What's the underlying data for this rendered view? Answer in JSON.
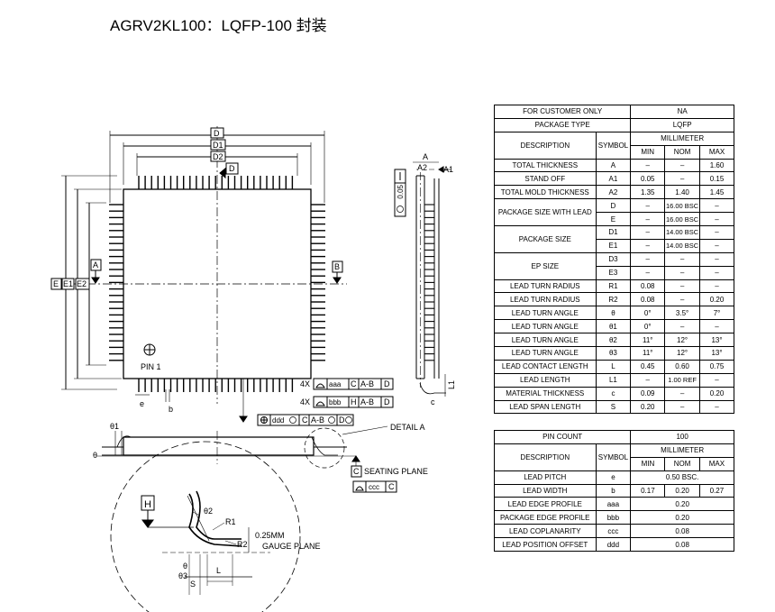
{
  "title": "AGRV2KL100：LQFP-100 封装",
  "drawing": {
    "labels": {
      "D": "D",
      "D1": "D1",
      "D2": "D2",
      "D_datum": "D",
      "E": "E",
      "E1": "E1",
      "E2": "E2",
      "A_datum": "A",
      "B_datum": "B",
      "pin1": "PIN 1",
      "e": "e",
      "b": "b",
      "A": "A",
      "A2": "A2",
      "A1": "A1",
      "side_callout": "0.05",
      "L1": "L1",
      "c": "c",
      "gcf1_mult": "4X",
      "gcf1_tol": "aaa",
      "gcf1_d1": "C",
      "gcf1_d2": "A-B",
      "gcf1_d3": "D",
      "gcf2_mult": "4X",
      "gcf2_tol": "bbb",
      "gcf2_d1": "H",
      "gcf2_d2": "A-B",
      "gcf2_d3": "D",
      "gcf3_tol": "ddd",
      "gcf3_d1": "C",
      "gcf3_d2": "A-B",
      "gcf3_d3": "D",
      "theta1": "θ1",
      "theta_l": "θ",
      "detail_a": "DETAIL A",
      "seating_datum": "C",
      "seating_plane": "SEATING PLANE",
      "gcf4_tol": "ccc",
      "gcf4_d1": "C",
      "H_datum": "H",
      "theta2": "θ2",
      "R1": "R1",
      "R2": "R2",
      "gauge_dim": "0.25MM",
      "gauge_plane": "GAUGE PLANE",
      "theta_d": "θ",
      "theta3": "θ3",
      "L": "L",
      "S": "S"
    }
  },
  "table1": {
    "customer_label": "FOR CUSTOMER ONLY",
    "customer_value": "NA",
    "pkg_type_label": "PACKAGE TYPE",
    "pkg_type_value": "LQFP",
    "desc_header": "DESCRIPTION",
    "sym_header": "SYMBOL",
    "unit_header": "MILLIMETER",
    "min": "MIN",
    "nom": "NOM",
    "max": "MAX",
    "rows": [
      {
        "desc": "TOTAL THICKNESS",
        "sym": "A",
        "min": "–",
        "nom": "–",
        "max": "1.60"
      },
      {
        "desc": "STAND OFF",
        "sym": "A1",
        "min": "0.05",
        "nom": "–",
        "max": "0.15"
      },
      {
        "desc": "TOTAL MOLD THICKNESS",
        "sym": "A2",
        "min": "1.35",
        "nom": "1.40",
        "max": "1.45"
      },
      {
        "desc": "PACKAGE SIZE WITH LEAD",
        "sym": "D",
        "min": "–",
        "nom": "16.00 BSC",
        "max": "–"
      },
      {
        "desc": "",
        "sym": "E",
        "min": "–",
        "nom": "16.00 BSC",
        "max": "–"
      },
      {
        "desc": "PACKAGE SIZE",
        "sym": "D1",
        "min": "–",
        "nom": "14.00 BSC",
        "max": "–"
      },
      {
        "desc": "",
        "sym": "E1",
        "min": "–",
        "nom": "14.00 BSC",
        "max": "–"
      },
      {
        "desc": "EP SIZE",
        "sym": "D3",
        "min": "–",
        "nom": "–",
        "max": "–"
      },
      {
        "desc": "",
        "sym": "E3",
        "min": "–",
        "nom": "–",
        "max": "–"
      },
      {
        "desc": "LEAD TURN RADIUS",
        "sym": "R1",
        "min": "0.08",
        "nom": "–",
        "max": "–"
      },
      {
        "desc": "LEAD TURN RADIUS",
        "sym": "R2",
        "min": "0.08",
        "nom": "–",
        "max": "0.20"
      },
      {
        "desc": "LEAD TURN ANGLE",
        "sym": "θ",
        "min": "0°",
        "nom": "3.5°",
        "max": "7°"
      },
      {
        "desc": "LEAD TURN ANGLE",
        "sym": "θ1",
        "min": "0°",
        "nom": "–",
        "max": "–"
      },
      {
        "desc": "LEAD TURN ANGLE",
        "sym": "θ2",
        "min": "11°",
        "nom": "12°",
        "max": "13°"
      },
      {
        "desc": "LEAD TURN ANGLE",
        "sym": "θ3",
        "min": "11°",
        "nom": "12°",
        "max": "13°"
      },
      {
        "desc": "LEAD CONTACT LENGTH",
        "sym": "L",
        "min": "0.45",
        "nom": "0.60",
        "max": "0.75"
      },
      {
        "desc": "LEAD LENGTH",
        "sym": "L1",
        "min": "–",
        "nom": "1.00 REF",
        "max": "–"
      },
      {
        "desc": "MATERIAL THICKNESS",
        "sym": "c",
        "min": "0.09",
        "nom": "–",
        "max": "0.20"
      },
      {
        "desc": "LEAD SPAN LENGTH",
        "sym": "S",
        "min": "0.20",
        "nom": "–",
        "max": "–"
      }
    ]
  },
  "table2": {
    "pin_count_label": "PIN COUNT",
    "pin_count_value": "100",
    "desc_header": "DESCRIPTION",
    "sym_header": "SYMBOL",
    "unit_header": "MILLIMETER",
    "min": "MIN",
    "nom": "NOM",
    "max": "MAX",
    "pitch": {
      "desc": "LEAD PITCH",
      "sym": "e",
      "value": "0.50 BSC."
    },
    "width": {
      "desc": "LEAD WIDTH",
      "sym": "b",
      "min": "0.17",
      "nom": "0.20",
      "max": "0.27"
    },
    "rows": [
      {
        "desc": "LEAD EDGE PROFILE",
        "sym": "aaa",
        "value": "0.20"
      },
      {
        "desc": "PACKAGE EDGE PROFILE",
        "sym": "bbb",
        "value": "0.20"
      },
      {
        "desc": "LEAD COPLANARITY",
        "sym": "ccc",
        "value": "0.08"
      },
      {
        "desc": "LEAD POSITION OFFSET",
        "sym": "ddd",
        "value": "0.08"
      }
    ]
  }
}
